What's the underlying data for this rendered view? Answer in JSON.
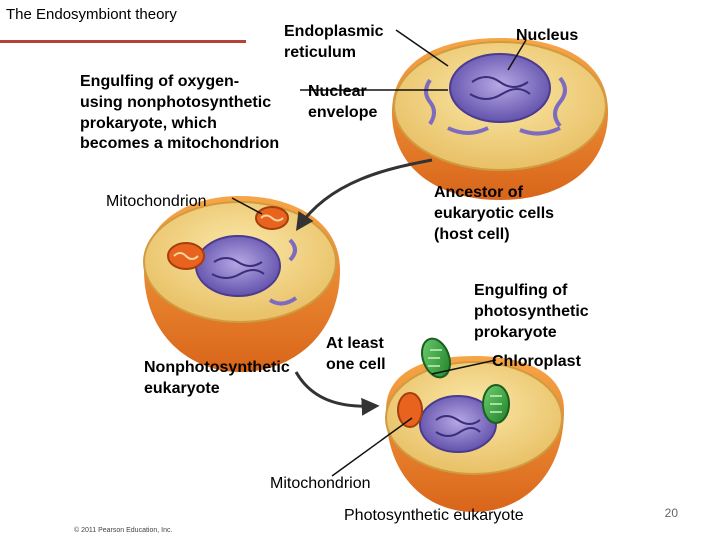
{
  "slide": {
    "title": "The Endosymbiont theory",
    "page_number": "20",
    "copyright": "© 2011 Pearson Education, Inc."
  },
  "labels": {
    "endoplasmic_reticulum": "Endoplasmic\nreticulum",
    "nucleus": "Nucleus",
    "engulfing_oxygen": "Engulfing of oxygen-\nusing nonphotosynthetic\nprokaryote, which\nbecomes a mitochondrion",
    "nuclear_envelope": "Nuclear\nenvelope",
    "mitochondrion_top": "Mitochondrion",
    "ancestor": "Ancestor of\neukaryotic cells\n(host cell)",
    "engulfing_photo": "Engulfing of\nphotosynthetic\nprokaryote",
    "at_least_one_cell": "At least\none cell",
    "chloroplast": "Chloroplast",
    "nonphotosynthetic": "Nonphotosynthetic\neukaryote",
    "mitochondrion_bottom": "Mitochondrion",
    "photosynthetic": "Photosynthetic eukaryote"
  },
  "colors": {
    "accent_rule": "#b5413a",
    "cell_membrane": "#f0c773",
    "cell_base": "#f08a2c",
    "nucleus": "#7c6bbf",
    "mitochondrion": "#e8641e",
    "chloroplast": "#3aa53a"
  }
}
